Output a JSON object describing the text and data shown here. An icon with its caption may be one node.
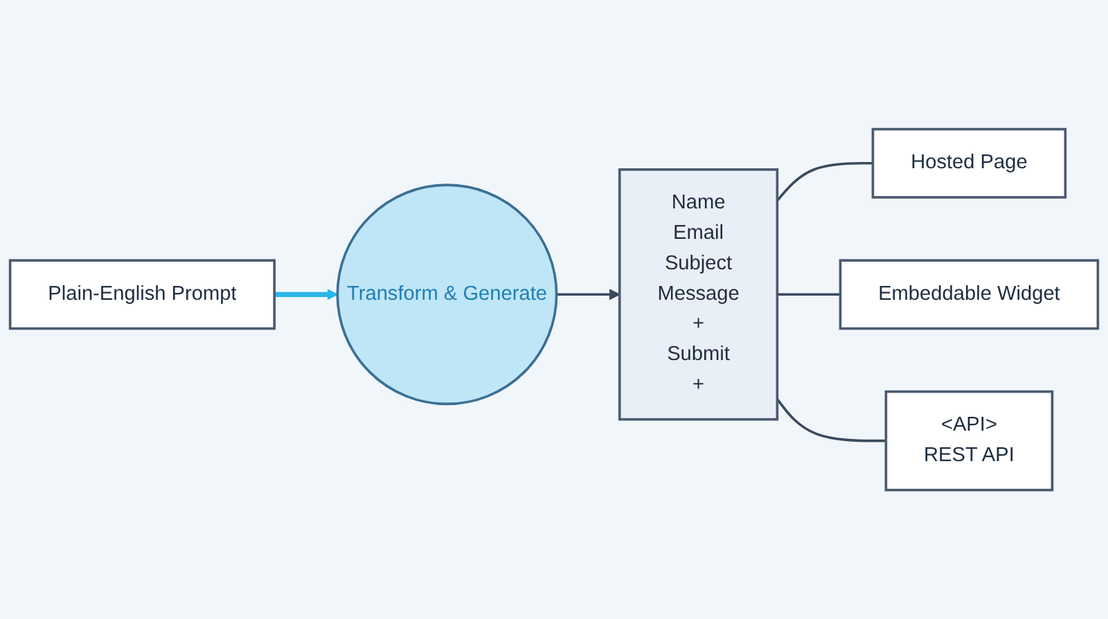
{
  "diagram": {
    "nodes": [
      {
        "text": [
          "Plain-English Prompt"
        ]
      },
      {
        "text": [
          "Transform & Generate"
        ]
      },
      {
        "text": [
          "Name",
          "Email",
          "Subject",
          "Message",
          "+",
          "Submit",
          "+"
        ]
      },
      {
        "text": [
          "Hosted Page"
        ]
      },
      {
        "text": [
          "Embeddable Widget"
        ]
      },
      {
        "text": [
          "<API>",
          "REST API"
        ]
      }
    ],
    "edges": [
      {
        "from": 0,
        "to": 1,
        "arrow": "to",
        "style": "thick",
        "color": "#29b6e8"
      },
      {
        "from": 1,
        "to": 2,
        "arrow": "to"
      },
      {
        "from": 2,
        "to": 3,
        "arrow": "none"
      },
      {
        "from": 2,
        "to": 4,
        "arrow": "none"
      },
      {
        "from": 2,
        "to": 5,
        "arrow": "none"
      }
    ]
  }
}
